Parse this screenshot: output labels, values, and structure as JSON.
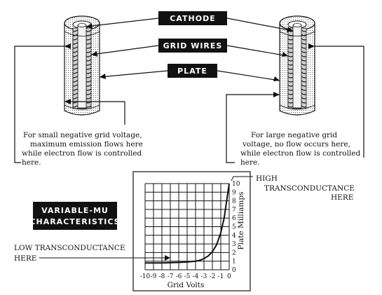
{
  "labels": {
    "cathode": "CATHODE",
    "grid_wires": "GRID WIRES",
    "plate": "PLATE"
  },
  "notes": {
    "left": [
      "For small negative grid voltage,",
      "maximum emission flows here",
      "while electron flow is controlled",
      "here."
    ],
    "right": [
      "For large negative grid",
      "voltage, no flow occurs here,",
      "while electron flow is controlled",
      "here."
    ]
  },
  "title_box": [
    "VARIABLE-MU",
    "CHARACTERISTICS"
  ],
  "annotations": {
    "high": [
      "HIGH",
      "TRANSCONDUCTANCE",
      "HERE"
    ],
    "low": [
      "LOW TRANSCONDUCTANCE",
      "HERE"
    ]
  },
  "chart_data": {
    "type": "line",
    "xlabel": "Grid Volts",
    "ylabel": "Plate Milliamps",
    "xlim": [
      -10,
      0
    ],
    "ylim": [
      0,
      10
    ],
    "x_ticks": [
      "-10",
      "-9",
      "-8",
      "-7",
      "-6",
      "-5",
      "-4",
      "-3",
      "-2",
      "-1",
      "0"
    ],
    "y_ticks": [
      "0",
      "1",
      "2",
      "3",
      "4",
      "5",
      "6",
      "7",
      "8",
      "9",
      "10"
    ],
    "grid": true,
    "x": [
      -10,
      -8,
      -6,
      -5,
      -4,
      -3.5,
      -3,
      -2.5,
      -2,
      -1.5,
      -1,
      -0.6,
      -0.3,
      0
    ],
    "y": [
      0.8,
      0.8,
      0.85,
      0.9,
      1.0,
      1.1,
      1.3,
      1.6,
      2.1,
      2.9,
      4.3,
      6.0,
      8.0,
      10.0
    ]
  }
}
